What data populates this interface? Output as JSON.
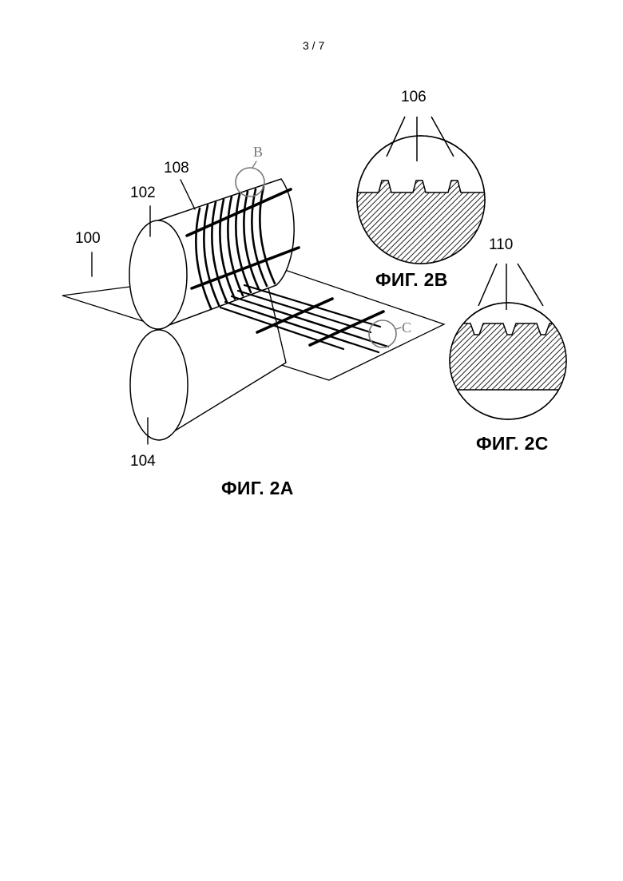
{
  "page_number": "3 / 7",
  "figures": {
    "fig_2a": {
      "caption": "ФИГ. 2А",
      "labels": {
        "sheet": "100",
        "upper_roll": "102",
        "lower_roll": "104",
        "roll_lines": "108",
        "detail_b": "B",
        "detail_c": "C"
      }
    },
    "fig_2b": {
      "caption": "ФИГ. 2В",
      "label": "106"
    },
    "fig_2c": {
      "caption": "ФИГ. 2С",
      "label": "110"
    }
  }
}
